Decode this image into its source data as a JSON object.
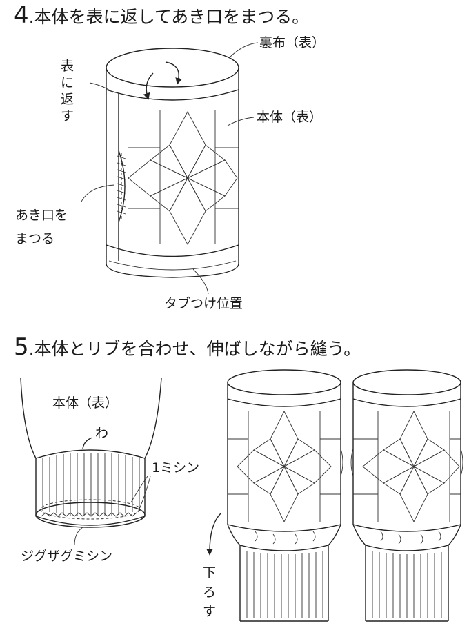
{
  "steps": [
    {
      "number": "4",
      "text": ".本体を表に返してあき口をまつる。",
      "labels": {
        "inner_fabric": "裏布（表）",
        "turn_out": [
          "表",
          "に",
          "返",
          "す"
        ],
        "body_front": "本体（表）",
        "slip_stitch": [
          "あき口を",
          "まつる"
        ],
        "tab_position": "タブつけ位置"
      }
    },
    {
      "number": "5",
      "text": ".本体とリブを合わせ、伸ばしながら縫う。",
      "labels": {
        "body_front": "本体（表）",
        "fold": "わ",
        "one_stitch": "1ミシン",
        "zigzag": "ジグザグミシン",
        "pull_down": [
          "下",
          "ろ",
          "す"
        ]
      }
    }
  ],
  "colors": {
    "line": "#222222",
    "background": "#ffffff",
    "text": "#1a1a1a"
  },
  "icons": [
    "rotate-arrow-icon",
    "down-arrow-icon",
    "star-pattern-icon"
  ]
}
